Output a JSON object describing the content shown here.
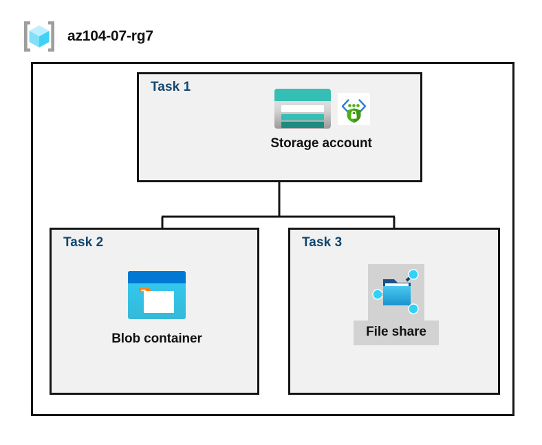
{
  "diagram": {
    "title": "az104-07-rg7",
    "resource_group_icon": "resource-group-cube-icon",
    "colors": {
      "task_label": "#11466f",
      "box_border": "#141414",
      "box_fill": "#f1f1f1",
      "canvas": "#ffffff",
      "highlight_plate": "#d2d2d2",
      "storage_teal": "#35bfb4",
      "storage_dark_teal": "#1f8a7f",
      "blob_blue": "#0078d4",
      "blob_cyan": "#32c8f0",
      "blob_orange": "#f58220",
      "fileshare_blue": "#32b4e8",
      "shield_green": "#4caf18",
      "bracket_blue": "#2d7dd2",
      "cube_cyan": "#50d4f5"
    },
    "tasks": [
      {
        "id": "task1",
        "label": "Task 1",
        "node": {
          "caption": "Storage account",
          "icons": [
            "storage-account-icon",
            "secure-endpoint-icon"
          ],
          "highlighted": false
        }
      },
      {
        "id": "task2",
        "label": "Task 2",
        "node": {
          "caption": "Blob container",
          "icons": [
            "blob-container-icon"
          ],
          "highlighted": false
        }
      },
      {
        "id": "task3",
        "label": "Task 3",
        "node": {
          "caption": "File share",
          "icons": [
            "file-share-icon"
          ],
          "highlighted": true
        }
      }
    ],
    "connections": [
      {
        "from": "storage-account",
        "to": "blob-container"
      },
      {
        "from": "storage-account",
        "to": "file-share"
      }
    ]
  }
}
